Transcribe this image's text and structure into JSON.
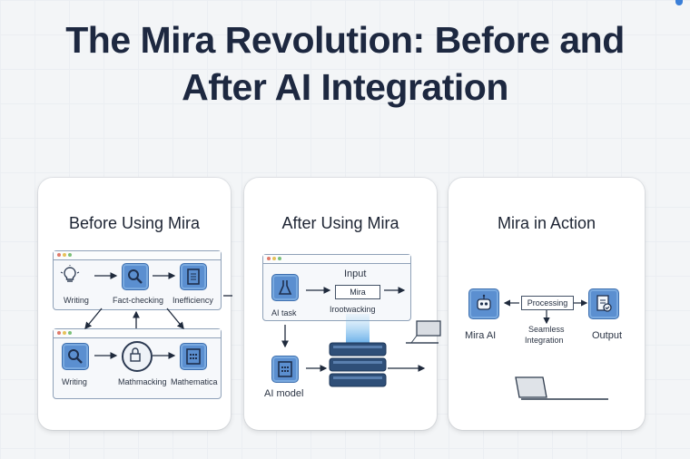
{
  "title_line1": "The Mira Revolution: Before and",
  "title_line2": "After AI Integration",
  "before": {
    "heading": "Before Using Mira",
    "top_row": [
      "Writing",
      "Fact-checking",
      "Inefficiency"
    ],
    "bottom_row": [
      "Writing",
      "Mathmacking",
      "Mathematica"
    ]
  },
  "after": {
    "heading": "After Using Mira",
    "input_label": "Input",
    "mira_box": "Mira",
    "process_label": "Irootwacking",
    "ai_task": "AI task",
    "ai_model": "AI model"
  },
  "action": {
    "heading": "Mira in Action",
    "mira_ai": "Mira AI",
    "processing": "Processing",
    "seamless": "Seamless",
    "integration": "Integration",
    "output": "Output"
  },
  "colors": {
    "accent": "#5b8fd0",
    "title": "#1d2840",
    "server": "#2f4f78"
  },
  "icons": [
    "lightbulb-icon",
    "magnifier-icon",
    "document-icon",
    "lock-icon",
    "calculator-icon",
    "flask-icon",
    "server-icon",
    "laptop-icon",
    "robot-icon",
    "output-doc-icon"
  ]
}
